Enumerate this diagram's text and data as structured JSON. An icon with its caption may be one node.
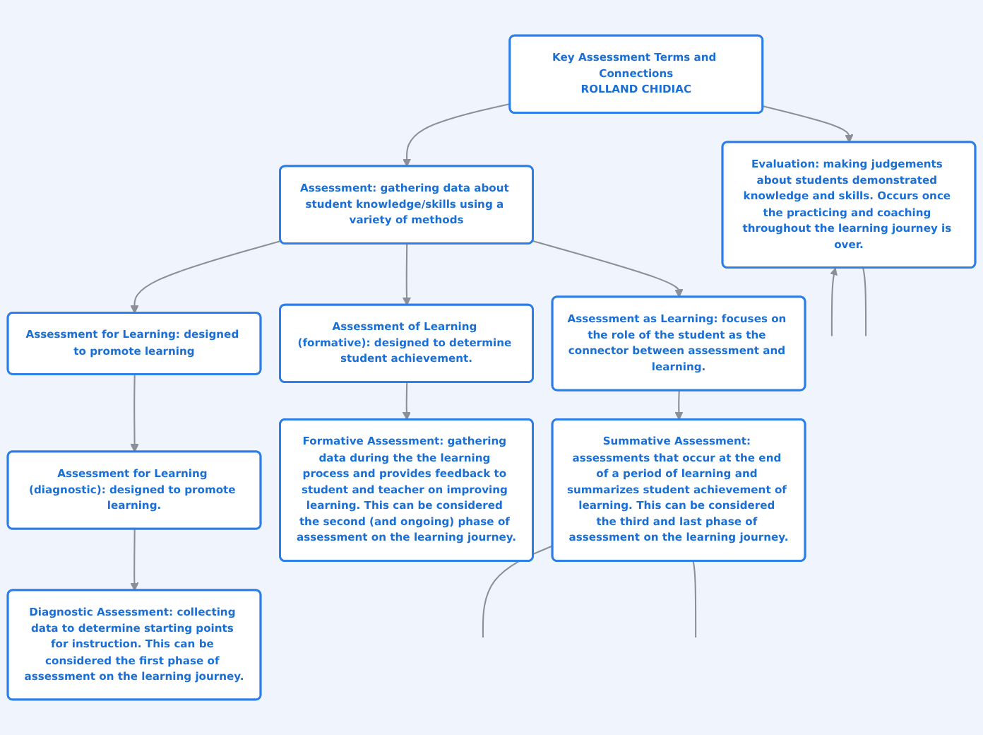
{
  "diagram": {
    "nodes": [
      {
        "text": [
          "Key Assessment Terms and Connections",
          "ROLLAND CHIDIAC"
        ]
      },
      {
        "text": [
          "Assessment: gathering data about student knowledge/skills using a variety of methods"
        ]
      },
      {
        "text": [
          "Evaluation: making judgements about students demonstrated knowledge and skills. Occurs once the practicing and coaching throughout the learning journey is over."
        ]
      },
      {
        "text": [
          "Assessment for Learning: designed to promote learning"
        ]
      },
      {
        "text": [
          "Assessment of Learning (formative): designed to determine student achievement."
        ]
      },
      {
        "text": [
          "Assessment as Learning: focuses on the role of the student as the connector between assessment and learning."
        ]
      },
      {
        "text": [
          "Assessment for Learning (diagnostic): designed to promote learning."
        ]
      },
      {
        "text": [
          "Diagnostic Assessment: collecting data to determine starting points for instruction. This can be considered the first phase of assessment on the learning journey."
        ]
      },
      {
        "text": [
          "Formative Assessment: gathering data during the the learning process and provides feedback to student and teacher on improving learning. This can be considered the second (and ongoing) phase of assessment on the learning journey."
        ]
      },
      {
        "text": [
          "Summative Assessment: assessments that occur at the end of a period of learning and summarizes student achievement of learning. This can be considered the third and last phase of assessment on the learning journey."
        ]
      }
    ],
    "edges": [
      {
        "from": 0,
        "to": 1,
        "arrow": "to"
      },
      {
        "from": 0,
        "to": 2,
        "arrow": "to"
      },
      {
        "from": 1,
        "to": 3,
        "arrow": "to"
      },
      {
        "from": 1,
        "to": 4,
        "arrow": "to"
      },
      {
        "from": 1,
        "to": 5,
        "arrow": "to"
      },
      {
        "from": 3,
        "to": 6,
        "arrow": "to"
      },
      {
        "from": 6,
        "to": 7,
        "arrow": "to"
      },
      {
        "from": 4,
        "to": 8,
        "arrow": "to"
      },
      {
        "from": 5,
        "to": 9,
        "arrow": "to"
      },
      {
        "from": null,
        "to": 2,
        "arrow": "to"
      },
      {
        "from": 2,
        "to": null,
        "arrow": "none"
      },
      {
        "from": 9,
        "to": null,
        "arrow": "none"
      },
      {
        "from": 9,
        "to": null,
        "arrow": "none"
      }
    ]
  }
}
